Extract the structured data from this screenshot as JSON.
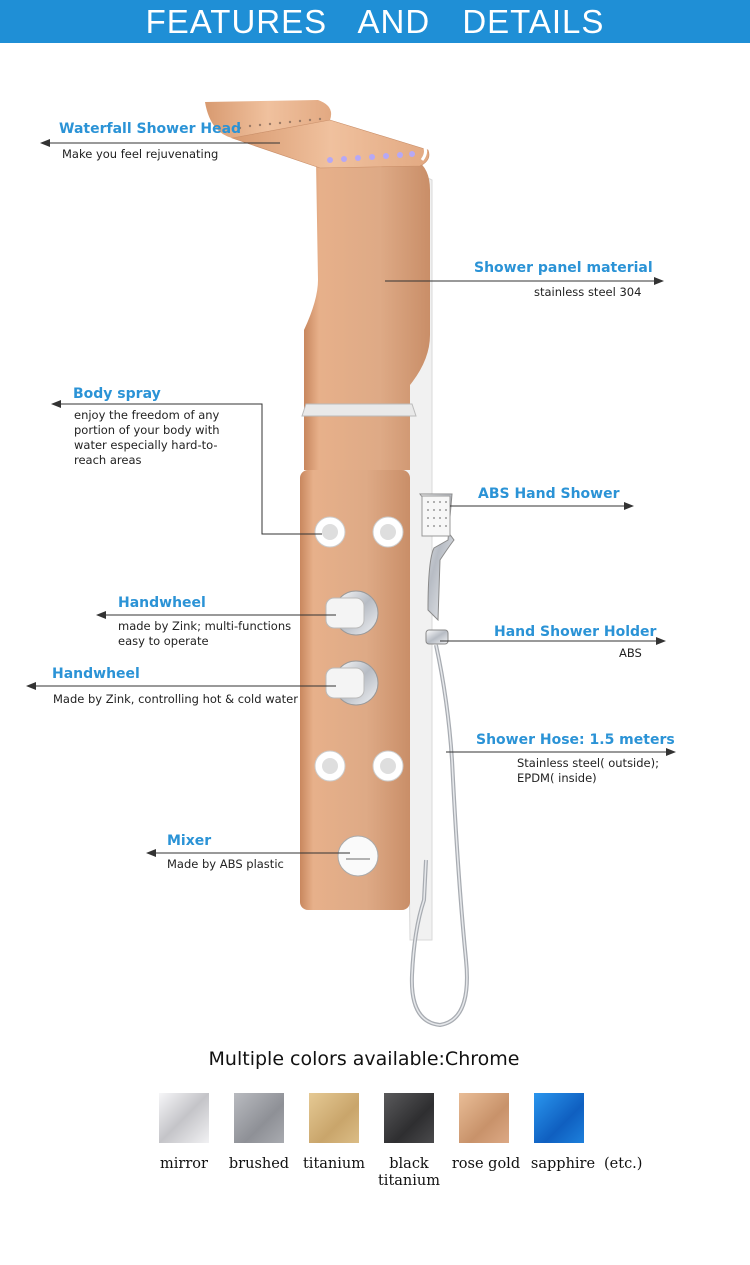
{
  "header": {
    "title": "FEATURES AND DETAILS"
  },
  "callouts": {
    "waterfall": {
      "label": "Waterfall Shower Head",
      "desc": "Make you feel rejuvenating"
    },
    "panel": {
      "label": "Shower panel material",
      "desc": "stainless steel 304"
    },
    "body_spray": {
      "label": "Body spray",
      "desc": "enjoy the freedom of any portion of your body with water especially hard-to-reach areas"
    },
    "hand_shower": {
      "label": "ABS Hand Shower"
    },
    "handwheel_1": {
      "label": "Handwheel",
      "desc": "made by Zink;  multi-functions easy to operate"
    },
    "holder": {
      "label": "Hand Shower Holder",
      "desc": "ABS"
    },
    "handwheel_2": {
      "label": "Handwheel",
      "desc": "Made by Zink, controlling hot & cold water"
    },
    "hose": {
      "label": "Shower Hose: 1.5 meters",
      "desc": "Stainless steel( outside); EPDM( inside)"
    },
    "mixer": {
      "label": "Mixer",
      "desc": "Made by ABS plastic"
    }
  },
  "colors": {
    "title": "Multiple colors available:Chrome",
    "options": [
      {
        "label": "mirror",
        "color": "#d9d9dc"
      },
      {
        "label": "brushed",
        "color": "#9a9ca2"
      },
      {
        "label": "titanium",
        "color": "#d2b27a"
      },
      {
        "label": "black titanium",
        "color": "#3d3d3f"
      },
      {
        "label": "rose gold",
        "color": "#d29f77"
      },
      {
        "label": "sapphire",
        "color": "#1876d2"
      }
    ],
    "suffix": "(etc.)"
  },
  "accent_color": "#1f8fd6",
  "label_color": "#2b93d6",
  "panel_color": "#d9a07b"
}
